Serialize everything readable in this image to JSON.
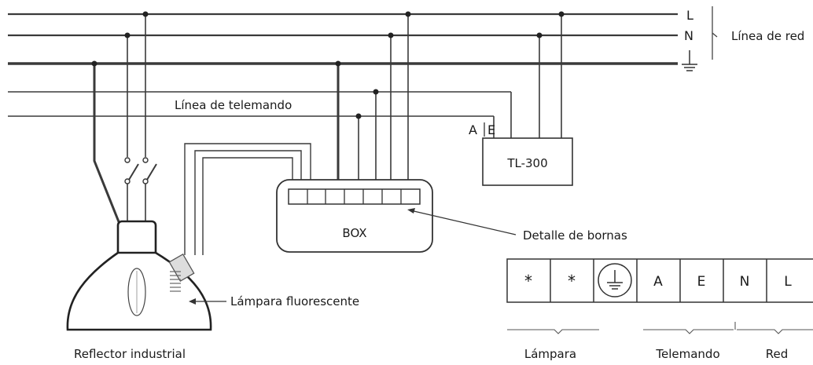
{
  "mains": {
    "L": "L",
    "N": "N",
    "group_label": "Línea de red",
    "earth_icon": "earth-ground-icon"
  },
  "labels": {
    "remote_line": "Línea de telemando",
    "A": "A",
    "E": "E",
    "tl300": "TL-300",
    "box": "BOX",
    "terminal_detail": "Detalle de bornas",
    "fluorescent_lamp": "Lámpara fluorescente",
    "industrial_reflector": "Reflector industrial"
  },
  "terminals": {
    "cells": [
      "*",
      "*",
      "",
      "A",
      "E",
      "N",
      "L"
    ],
    "ground_icon": "earth-ground-icon",
    "groups": [
      "Lámpara",
      "Telemando",
      "Red"
    ]
  }
}
